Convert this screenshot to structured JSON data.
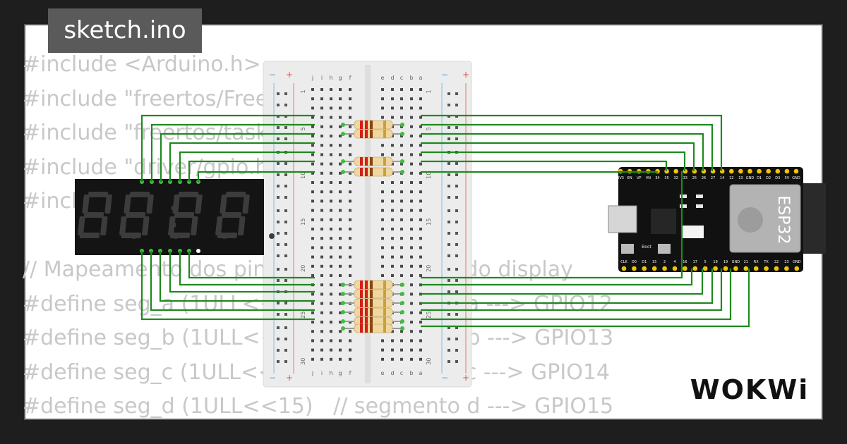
{
  "header": {
    "file_tab": "sketch.ino"
  },
  "code_lines": [
    "#include <Arduino.h>",
    "#include \"freertos/FreeRTOS.h\"",
    "#include \"freertos/task.h\"",
    "#include \"driver/gpio.h\"",
    "#include \"esp_system.h\"",
    "",
    "// Mapeamento dos pinos dos segmentos do display",
    "#define seg_a (1ULL<<12)   // segmento a ---> GPIO12",
    "#define seg_b (1ULL<<13)   // segmento b ---> GPIO13",
    "#define seg_c (1ULL<<14)   // segmento c ---> GPIO14",
    "#define seg_d (1ULL<<15)   // segmento d ---> GPIO15"
  ],
  "breadboard": {
    "column_letters": [
      "j",
      "i",
      "h",
      "g",
      "f",
      "e",
      "d",
      "c",
      "b",
      "a"
    ],
    "row_numbers": [
      "1",
      "5",
      "10",
      "15",
      "20",
      "25",
      "30"
    ],
    "rail_plus": "+",
    "rail_minus": "−"
  },
  "esp32": {
    "chip_label": "ESP32",
    "boot_label": "Boot",
    "top_pins": [
      "GND",
      "5V",
      "D3",
      "D2",
      "D1",
      "GND",
      "13",
      "12",
      "14",
      "27",
      "26",
      "25",
      "33",
      "32",
      "35",
      "34",
      "VN",
      "VP",
      "EN",
      "3V3"
    ],
    "bottom_pins": [
      "CLK",
      "D0",
      "D1",
      "15",
      "2",
      "4",
      "16",
      "17",
      "5",
      "18",
      "19",
      "GND",
      "21",
      "RX",
      "TX",
      "22",
      "23",
      "GND"
    ]
  },
  "brand": {
    "logo": "WOKWi"
  },
  "colors": {
    "wire": "#1e8a1e",
    "display_body": "#141414",
    "segment_off": "#3c3c3c",
    "resistor_body": "#f0d7a0",
    "board_blue": "#111111",
    "rail_red": "#e88a80",
    "rail_blue": "#8cc8e8"
  }
}
